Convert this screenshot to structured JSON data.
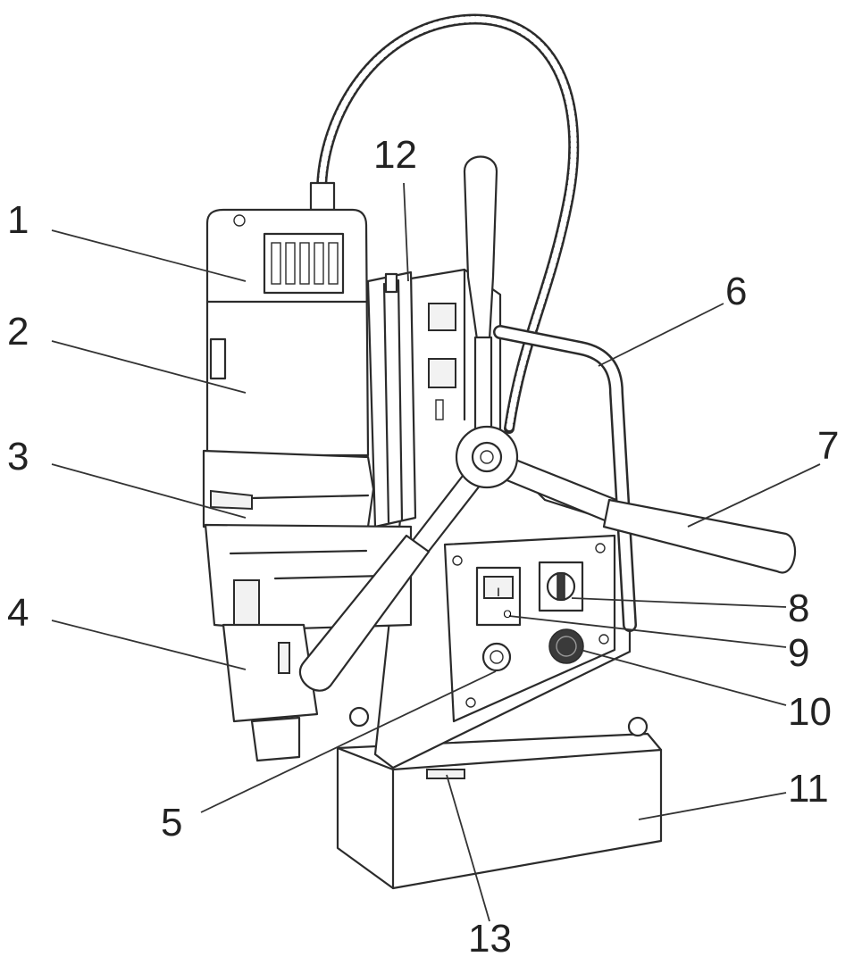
{
  "labels": [
    {
      "id": "1",
      "text": "1"
    },
    {
      "id": "2",
      "text": "2"
    },
    {
      "id": "3",
      "text": "3"
    },
    {
      "id": "4",
      "text": "4"
    },
    {
      "id": "5",
      "text": "5"
    },
    {
      "id": "6",
      "text": "6"
    },
    {
      "id": "7",
      "text": "7"
    },
    {
      "id": "8",
      "text": "8"
    },
    {
      "id": "9",
      "text": "9"
    },
    {
      "id": "10",
      "text": "10"
    },
    {
      "id": "11",
      "text": "11"
    },
    {
      "id": "12",
      "text": "12"
    },
    {
      "id": "13",
      "text": "13"
    }
  ],
  "switch_marks": {
    "on": "I",
    "off": "O"
  }
}
